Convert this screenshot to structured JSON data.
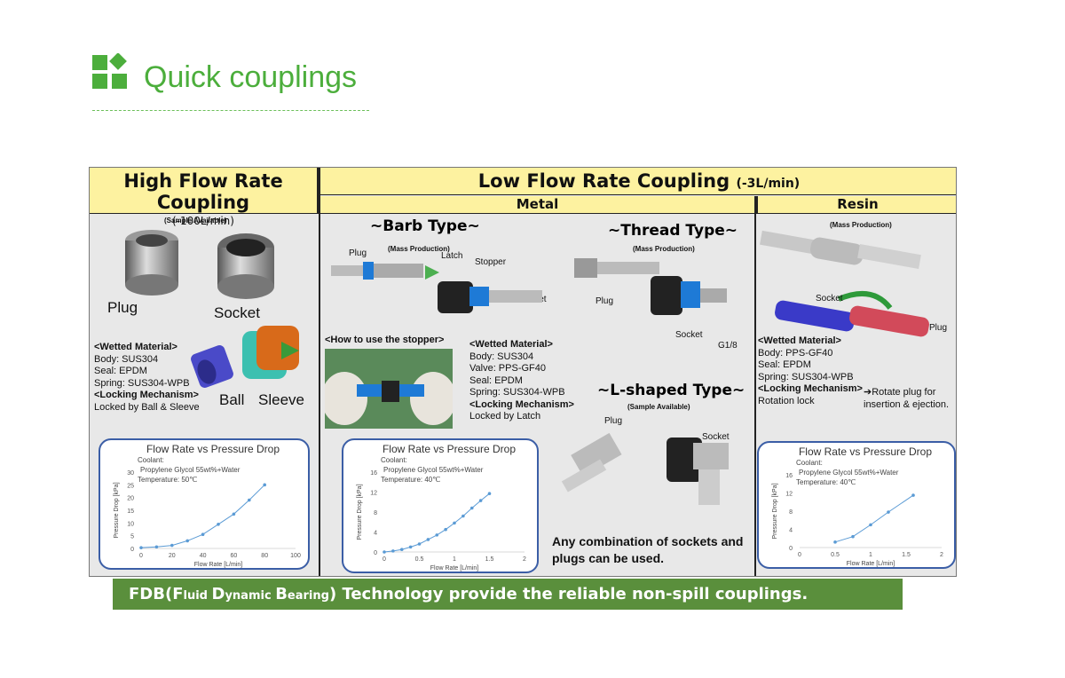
{
  "header": {
    "title": "Quick couplings"
  },
  "sections": {
    "high_flow": {
      "title": "High Flow Rate Coupling",
      "range": "(-100L/min)",
      "note": "(Sample Available)"
    },
    "low_flow": {
      "title": "Low Flow Rate Coupling",
      "range": "(-3L/min)"
    },
    "metal": "Metal",
    "resin": "Resin"
  },
  "high": {
    "plug": "Plug",
    "socket": "Socket",
    "ball": "Ball",
    "sleeve": "Sleeve",
    "wetted_title": "<Wetted Material>",
    "body": "Body: SUS304",
    "seal": "Seal: EPDM",
    "spring": "Spring: SUS304-WPB",
    "locking_title": "<Locking Mechanism>",
    "locking": "Locked by Ball & Sleeve"
  },
  "barb": {
    "title": "~Barb Type~",
    "note": "(Mass Production)",
    "plug": "Plug",
    "latch": "Latch",
    "stopper": "Stopper",
    "socket": "Socket",
    "stopper_howto": "<How to use the stopper>",
    "wetted_title": "<Wetted Material>",
    "body": "Body: SUS304",
    "valve": "Valve: PPS-GF40",
    "seal": "Seal: EPDM",
    "spring": "Spring: SUS304-WPB",
    "locking_title": "<Locking Mechanism>",
    "locking": "Locked by Latch"
  },
  "thread": {
    "title": "~Thread Type~",
    "note": "(Mass Production)",
    "plug": "Plug",
    "socket": "Socket",
    "g18": "G1/8"
  },
  "lshaped": {
    "title": "~L-shaped Type~",
    "note": "(Sample Available)",
    "plug": "Plug",
    "socket": "Socket",
    "combo": "Any combination of sockets and\nplugs can be used."
  },
  "resin": {
    "note": "(Mass Production)",
    "socket": "Socket",
    "plug": "Plug",
    "wetted_title": "<Wetted Material>",
    "body": "Body: PPS-GF40",
    "seal": "Seal: EPDM",
    "spring": "Spring: SUS304-WPB",
    "locking_title": "<Locking Mechanism>",
    "locking": "Rotation lock",
    "rotate": "➔Rotate plug for",
    "rotate2": "insertion & ejection."
  },
  "banner": {
    "F": "F",
    "luid": "luid ",
    "D": "D",
    "ynamic": "ynamic ",
    "B": "B",
    "earing": "earing",
    "prefix": "FDB(",
    "suffix": ") Technology provide the reliable non-spill couplings."
  },
  "chart_data": [
    {
      "type": "line",
      "title": "Flow Rate vs Pressure Drop",
      "annotation": [
        "Coolant:",
        "Propylene Glycol 55wt%+Water",
        "Temperature: 50℃"
      ],
      "xlabel": "Flow Rate [L/min]",
      "ylabel": "Pressure Drop [kPa]",
      "xlim": [
        0,
        100
      ],
      "ylim": [
        0,
        30
      ],
      "xticks": [
        0,
        20,
        40,
        60,
        80,
        100
      ],
      "yticks": [
        0,
        5,
        10,
        15,
        20,
        25,
        30
      ],
      "x": [
        0,
        10,
        20,
        30,
        40,
        50,
        60,
        70,
        80
      ],
      "y": [
        0.3,
        0.6,
        1.2,
        3,
        5.5,
        9.5,
        13.5,
        19,
        25
      ],
      "color": "#5b9bd5"
    },
    {
      "type": "line",
      "title": "Flow Rate vs Pressure Drop",
      "annotation": [
        "Coolant:",
        "Propylene Glycol 55wt%+Water",
        "Temperature: 40℃"
      ],
      "xlabel": "Flow Rate [L/min]",
      "ylabel": "Pressure Drop [kPa]",
      "xlim": [
        0,
        2
      ],
      "ylim": [
        0,
        16
      ],
      "xticks": [
        0,
        0.5,
        1,
        1.5,
        2
      ],
      "yticks": [
        0,
        4,
        8,
        12,
        16
      ],
      "x": [
        0,
        0.125,
        0.25,
        0.375,
        0.5,
        0.625,
        0.75,
        0.875,
        1.0,
        1.125,
        1.25,
        1.375,
        1.5
      ],
      "y": [
        0,
        0.2,
        0.5,
        1.0,
        1.6,
        2.5,
        3.4,
        4.5,
        5.8,
        7.2,
        8.8,
        10.3,
        11.7
      ],
      "color": "#5b9bd5"
    },
    {
      "type": "line",
      "title": "Flow Rate vs Pressure Drop",
      "annotation": [
        "Coolant:",
        "Propylene Glycol 55wt%+Water",
        "Temperature: 40℃"
      ],
      "xlabel": "Flow Rate [L/min]",
      "ylabel": "Pressure Drop [kPa]",
      "xlim": [
        0,
        2
      ],
      "ylim": [
        0,
        16
      ],
      "xticks": [
        0,
        0.5,
        1,
        1.5,
        2
      ],
      "yticks": [
        0,
        4,
        8,
        12,
        16
      ],
      "x": [
        0.5,
        0.75,
        1.0,
        1.25,
        1.6
      ],
      "y": [
        1.2,
        2.4,
        5.0,
        7.8,
        11.5
      ],
      "color": "#5b9bd5"
    }
  ]
}
